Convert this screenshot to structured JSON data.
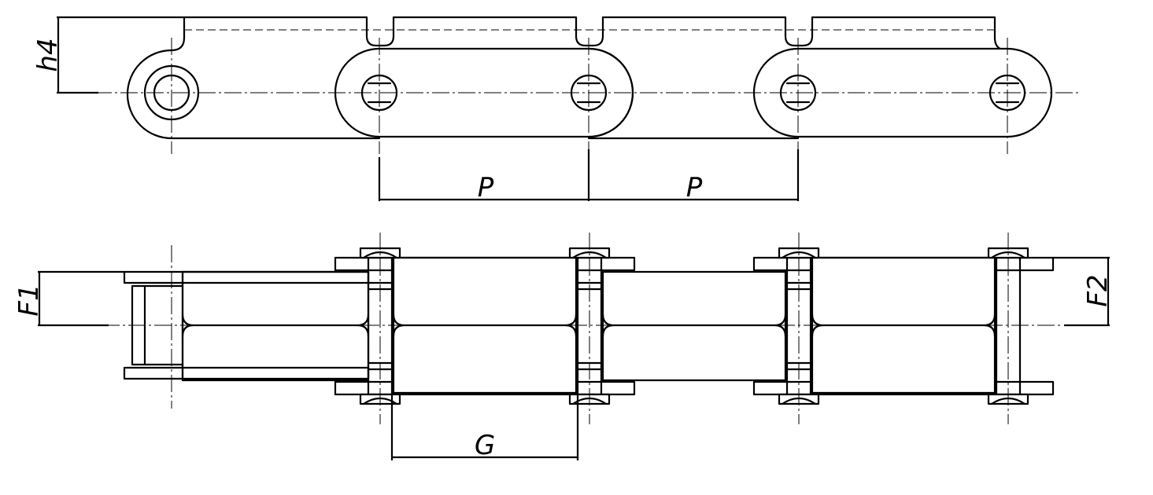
{
  "labels": {
    "pitch_left": "P",
    "pitch_right": "P",
    "plate_height": "h4",
    "inner_width": "G",
    "attachment_left": "F1",
    "attachment_right": "F2"
  },
  "colors": {
    "line": "#000000",
    "background": "#ffffff"
  }
}
